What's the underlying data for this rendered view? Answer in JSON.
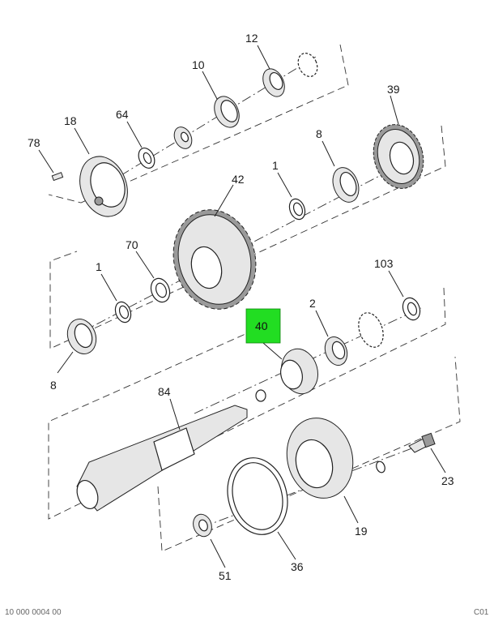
{
  "diagram": {
    "labels": {
      "p12": "12",
      "p10": "10",
      "p39": "39",
      "p64": "64",
      "p18": "18",
      "p78": "78",
      "p8a": "8",
      "p1a": "1",
      "p42": "42",
      "p70": "70",
      "p1b": "1",
      "p103": "103",
      "p2": "2",
      "p40": "40",
      "p8b": "8",
      "p84": "84",
      "p23": "23",
      "p19": "19",
      "p36": "36",
      "p51": "51"
    },
    "highlight": {
      "label": "40",
      "color": "#22dd22"
    },
    "footer": {
      "left": "10 000 0004 00",
      "right": "C01"
    }
  }
}
